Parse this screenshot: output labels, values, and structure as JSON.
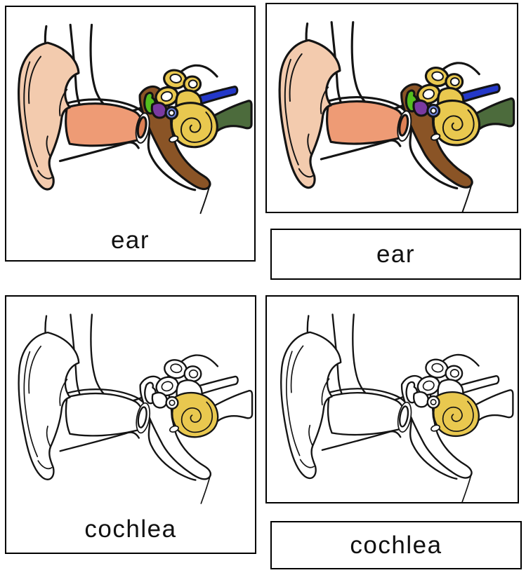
{
  "page": {
    "title": "ear nomenclature cards",
    "background": "#ffffff"
  },
  "cards": {
    "top_left": {
      "kind": "picture-card-with-label",
      "label": "ear",
      "variant": "colored"
    },
    "top_right_picture": {
      "kind": "picture-card",
      "variant": "colored"
    },
    "top_right_label": {
      "kind": "label-card",
      "label": "ear"
    },
    "bottom_left": {
      "kind": "picture-card-with-label",
      "label": "cochlea",
      "variant": "outline"
    },
    "bottom_right_picture": {
      "kind": "picture-card",
      "variant": "outline"
    },
    "bottom_right_label": {
      "kind": "label-card",
      "label": "cochlea"
    }
  },
  "diagram": {
    "colors": {
      "card_border": "#000000",
      "line": "#141414",
      "skin_light": "#F3CBAE",
      "skin_canal": "#EE9B75",
      "eardrum_inner": "#DD8055",
      "middle_ear_brown": "#8A5426",
      "malleus_green": "#54BE1E",
      "incus_purple": "#7A3AA0",
      "stapes_blue": "#6B7FD8",
      "nerve_blue": "#2438C8",
      "tube_green": "#4C6B3C",
      "inner_ear_yellow": "#E9C84F"
    }
  }
}
